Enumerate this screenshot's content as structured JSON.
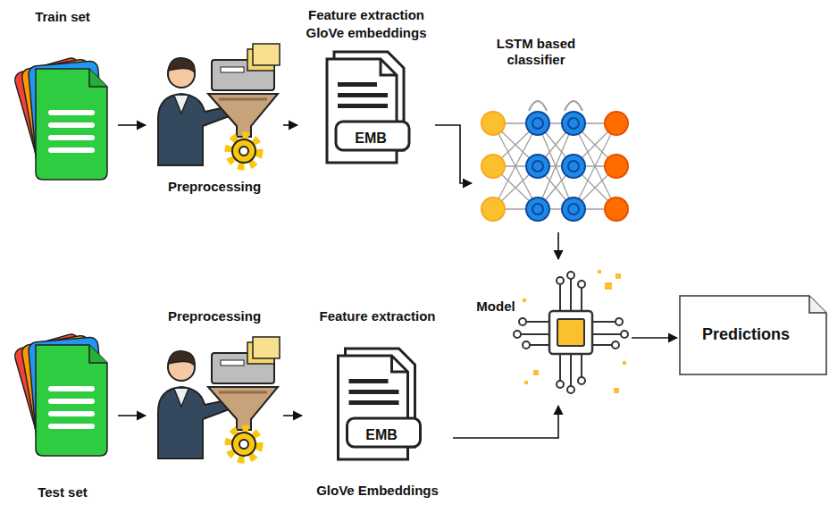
{
  "diagram": {
    "nodes": [
      {
        "text": [
          "Train set"
        ]
      },
      {
        "text": [
          "Preprocessing"
        ]
      },
      {
        "text": [
          "Feature extraction",
          "GloVe embeddings",
          "EMB"
        ]
      },
      {
        "text": [
          "LSTM based classifier"
        ]
      },
      {
        "text": [
          "Model"
        ]
      },
      {
        "text": [
          "Predictions"
        ]
      },
      {
        "text": [
          "Test set"
        ]
      },
      {
        "text": [
          "Preprocessing"
        ]
      },
      {
        "text": [
          "Feature extraction",
          "EMB",
          "GloVe Embeddings"
        ]
      }
    ],
    "edges": [
      {
        "from": 0,
        "to": 1,
        "arrow": "to"
      },
      {
        "from": 1,
        "to": 2,
        "arrow": "to"
      },
      {
        "from": 2,
        "to": 3,
        "arrow": "to"
      },
      {
        "from": 3,
        "to": 4,
        "arrow": "to"
      },
      {
        "from": 6,
        "to": 7,
        "arrow": "to"
      },
      {
        "from": 7,
        "to": 8,
        "arrow": "to"
      },
      {
        "from": 8,
        "to": 4,
        "arrow": "to"
      },
      {
        "from": 4,
        "to": 5,
        "arrow": "to"
      }
    ]
  }
}
